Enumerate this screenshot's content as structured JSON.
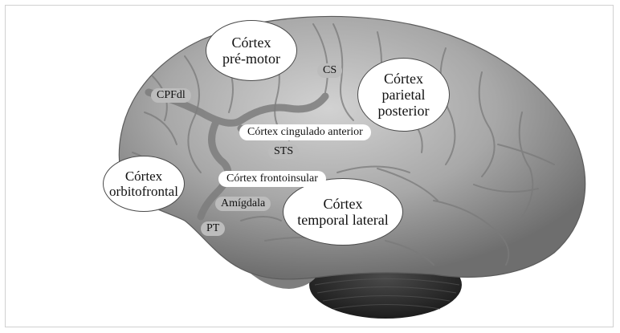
{
  "labels": {
    "premotor": "Córtex\npré-motor",
    "parietal": "Córtex\nparietal\nposterior",
    "orbitofrontal": "Córtex\norbitofrontal",
    "temporal": "Córtex\ntemporal lateral",
    "cs": "CS",
    "cpfdl": "CPFdl",
    "cingulate": "Córtex cingulado anterior",
    "sts": "STS",
    "frontoinsular": "Córtex frontoinsular",
    "amygdala": "Amígdala",
    "pt": "PT"
  },
  "colors": {
    "brain_light": "#b8b8b8",
    "brain_dark": "#6a6a6a",
    "cerebellum": "#2c2c2c",
    "inner_structure": "#7a7a7a",
    "tag_fill": "#bcbcbc"
  }
}
